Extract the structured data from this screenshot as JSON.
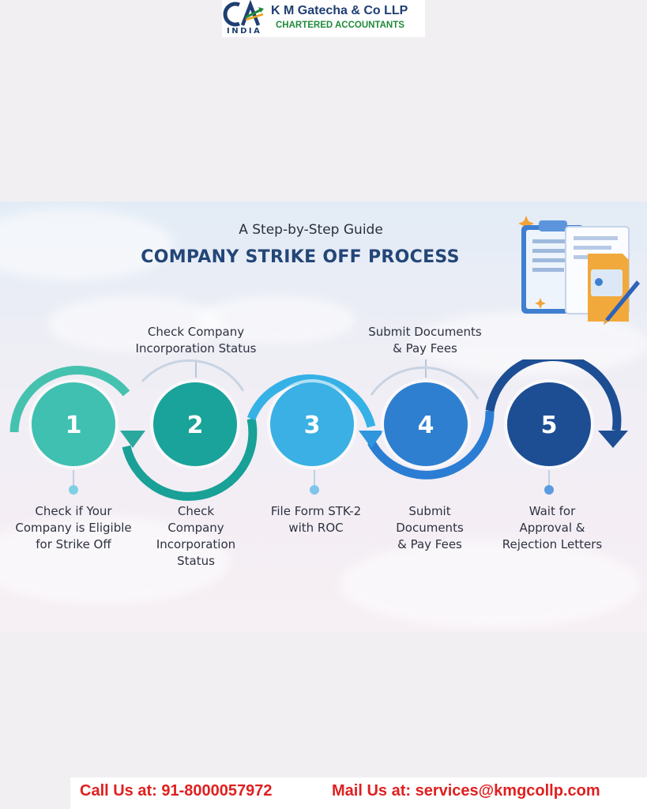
{
  "header": {
    "logo_mark_text": "CA",
    "logo_india": "INDIA",
    "firm_name": "K M Gatecha & Co LLP",
    "firm_subtitle": "CHARTERED ACCOUNTANTS"
  },
  "guide": {
    "subtitle": "A Step-by-Step Guide",
    "title": "COMPANY STRIKE OFF PROCESS"
  },
  "steps": [
    {
      "number": "1",
      "bottom_label": [
        "Check if Your",
        "Company is Eligible",
        "for Strike Off"
      ],
      "color": "#3fc0b1"
    },
    {
      "number": "2",
      "top_label": [
        "Check Company",
        "Incorporation Status"
      ],
      "bottom_label": [
        "Check",
        "Company",
        "Incorporation",
        "Status"
      ],
      "color": "#1aa39a"
    },
    {
      "number": "3",
      "bottom_label": [
        "File Form STK-2",
        "with ROC"
      ],
      "color": "#3bb0e4"
    },
    {
      "number": "4",
      "top_label": [
        "Submit Documents",
        "& Pay Fees"
      ],
      "bottom_label": [
        "Submit",
        "Documents",
        "& Pay Fees"
      ],
      "color": "#2e7fd0"
    },
    {
      "number": "5",
      "bottom_label": [
        "Wait for",
        "Approval &",
        "Rejection Letters"
      ],
      "color": "#1d4e94"
    }
  ],
  "footer": {
    "call": "Call Us at: 91-8000057972",
    "mail": "Mail Us at: services@kmgcollp.com"
  },
  "colors": {
    "brand_navy": "#1f3f73",
    "brand_green": "#1f8a3a",
    "title_blue": "#234677",
    "contact_red": "#e01f1f"
  }
}
